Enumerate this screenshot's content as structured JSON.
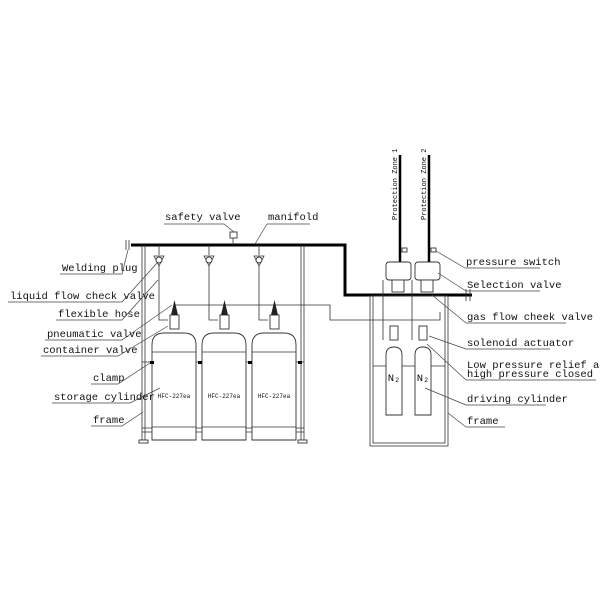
{
  "left_labels": {
    "safety_valve": "safety valve",
    "manifold": "manifold",
    "welding_plug": "Welding plug",
    "liquid_flow_check_valve": "liquid flow check valve",
    "flexible_hose": "flexible hose",
    "pneumatic_valve": "pneumatic valve",
    "container_valve": "container valve",
    "clamp": "clamp",
    "storage_cylinder": "storage cylinder",
    "frame": "frame"
  },
  "cylinders": [
    "HFC-227ea",
    "HFC-227ea",
    "HFC-227ea"
  ],
  "zones": [
    "Protection Zone 1",
    "Protection Zone 2"
  ],
  "driving_cylinders": [
    "N₂",
    "N₂"
  ],
  "right_labels": {
    "pressure_switch": "pressure switch",
    "selection_valve": "Selection valve",
    "gas_flow_check_valve": "gas flow cheek valve",
    "solenoid_actuator": "solenoid actuator",
    "relief_line1": "Low pressure relief and",
    "relief_line2": "high pressure closed valve",
    "driving_cylinder": "driving cylinder",
    "frame": "frame"
  }
}
